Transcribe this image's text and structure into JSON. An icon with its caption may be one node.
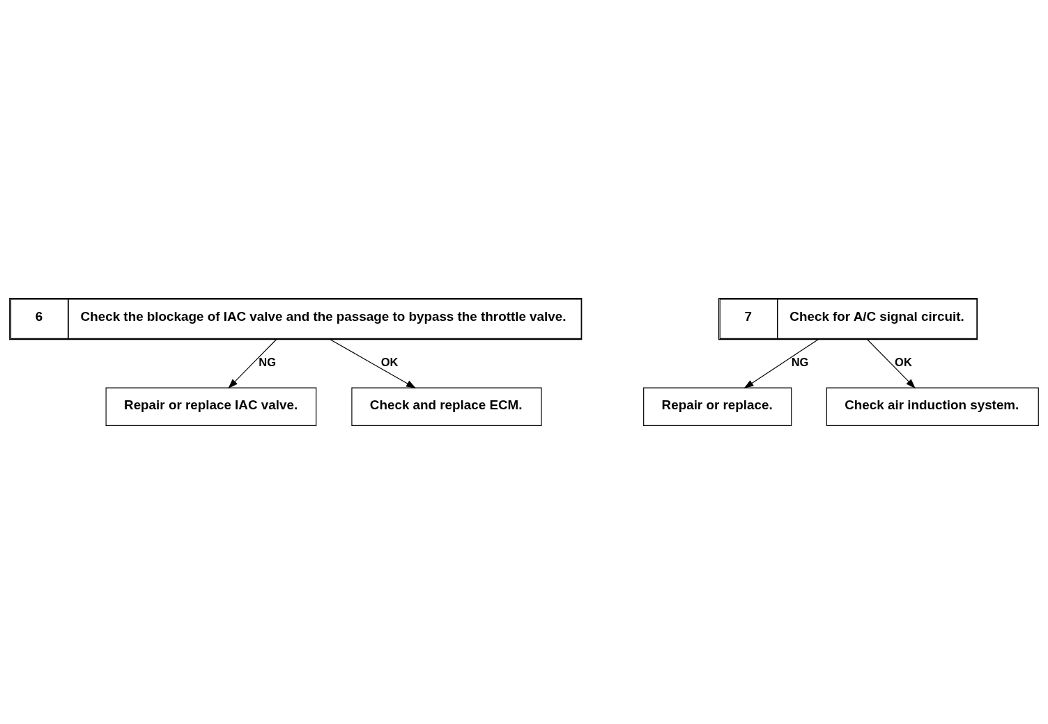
{
  "diagram": {
    "nodes": [
      {
        "text": [
          "6",
          "Check the blockage of IAC valve and the passage to bypass the throttle valve."
        ]
      },
      {
        "text": [
          "Repair or replace IAC valve."
        ]
      },
      {
        "text": [
          "Check and replace ECM."
        ]
      },
      {
        "text": [
          "7",
          "Check for A/C signal circuit."
        ]
      },
      {
        "text": [
          "Repair or replace."
        ]
      },
      {
        "text": [
          "Check air induction system."
        ]
      }
    ],
    "edges": [
      {
        "from": 0,
        "to": 1,
        "arrow": "to",
        "label": "NG"
      },
      {
        "from": 0,
        "to": 2,
        "arrow": "to",
        "label": "OK"
      },
      {
        "from": 3,
        "to": 4,
        "arrow": "to",
        "label": "NG"
      },
      {
        "from": 3,
        "to": 5,
        "arrow": "to",
        "label": "OK"
      }
    ]
  }
}
